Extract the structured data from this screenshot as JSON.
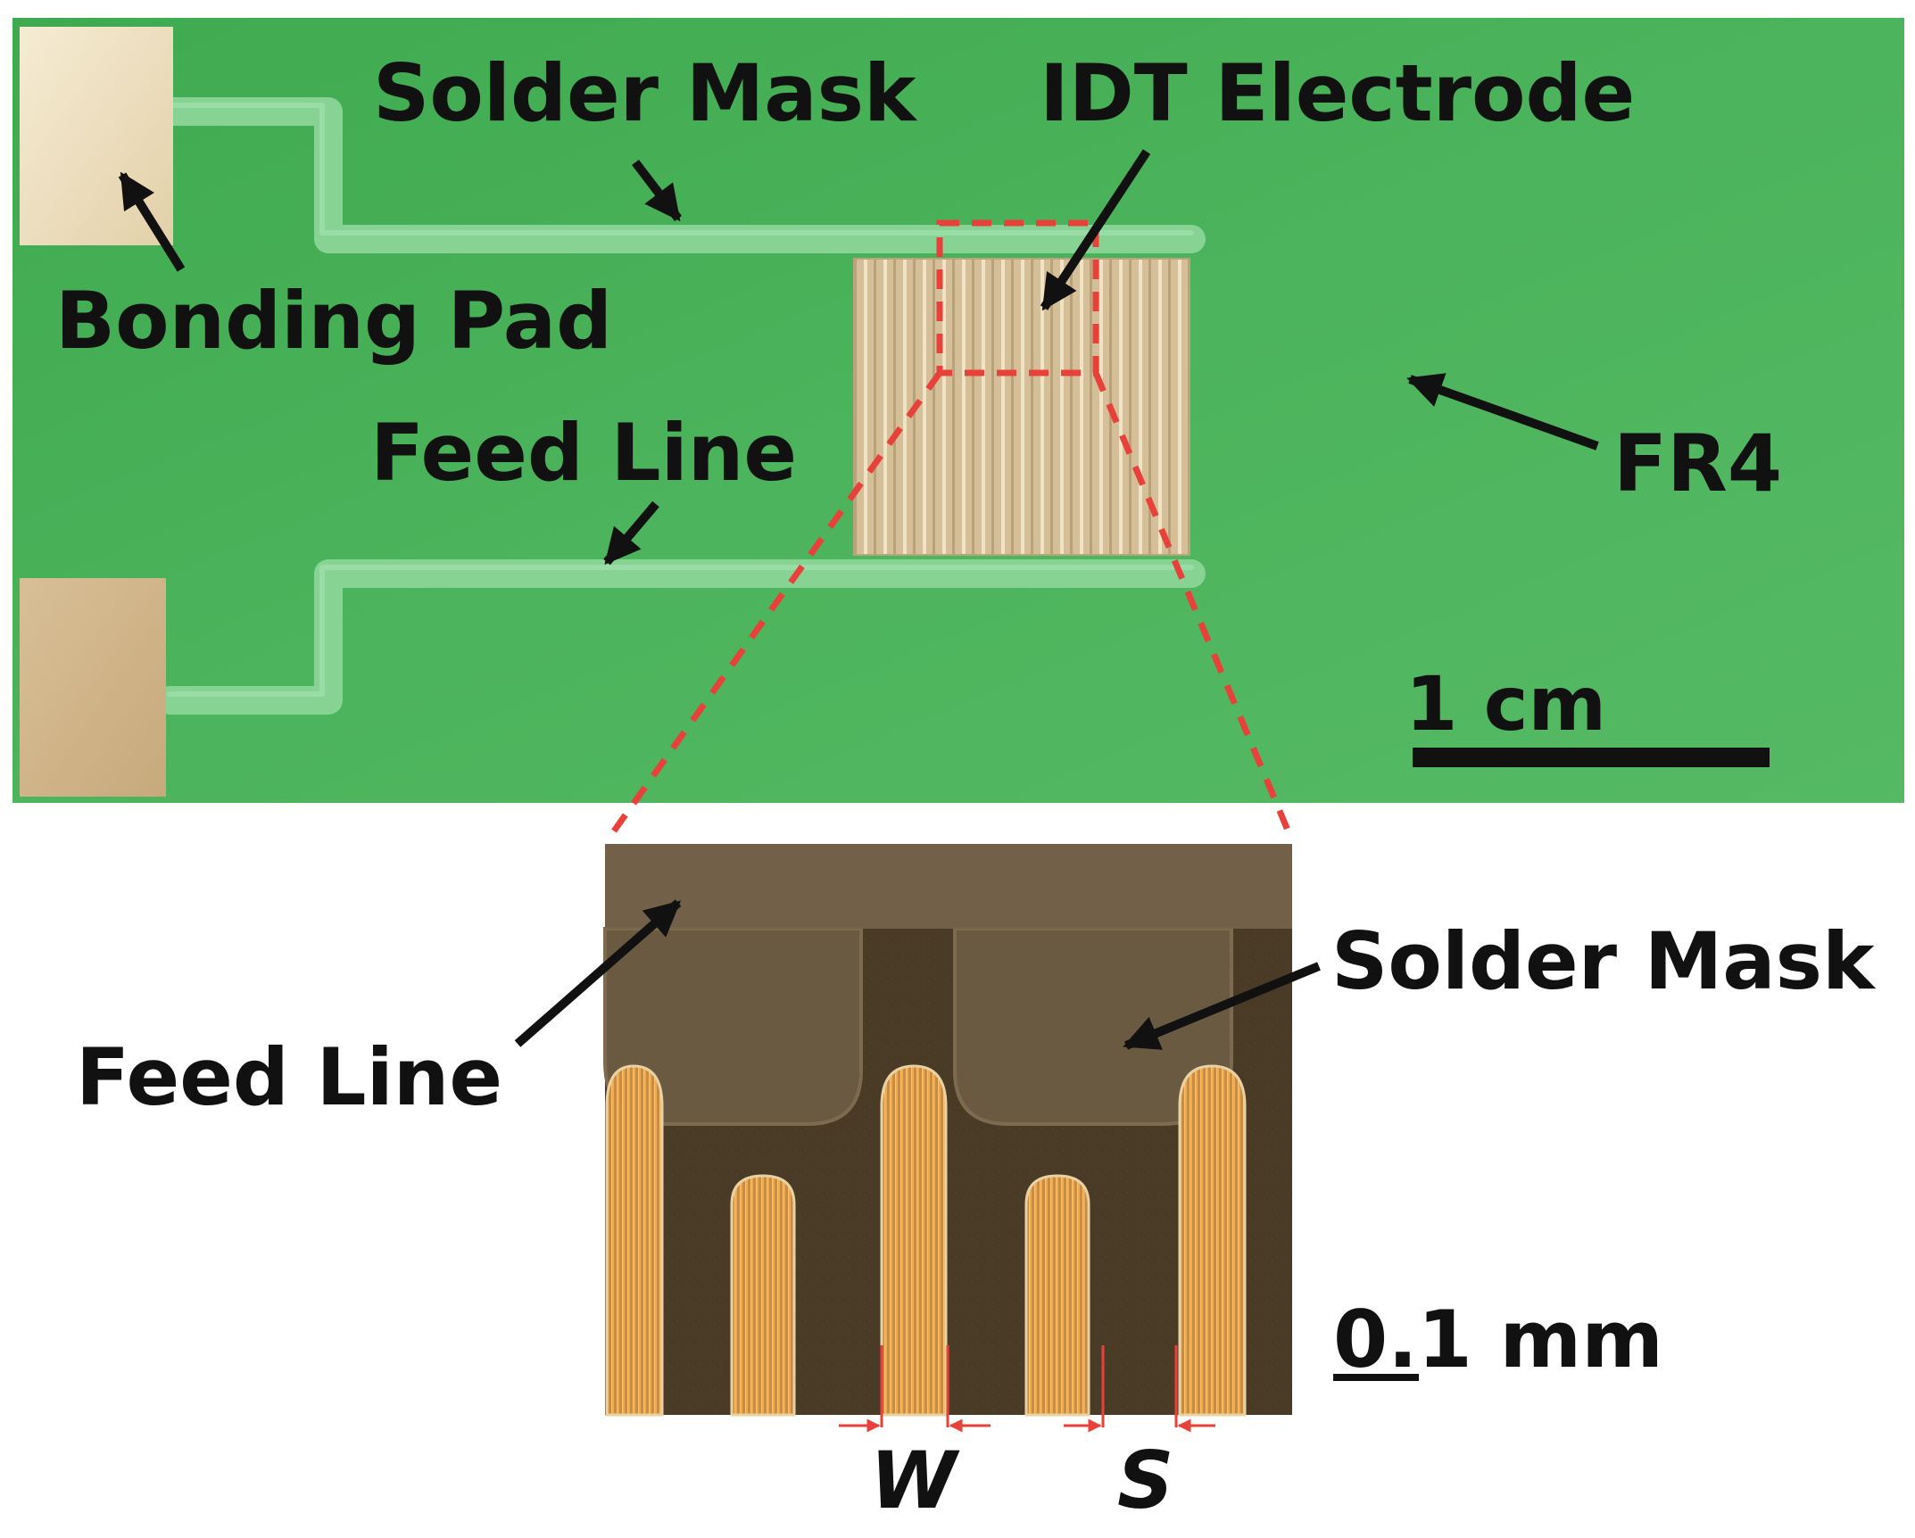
{
  "labels": {
    "solder_mask_top": "Solder Mask",
    "idt_electrode": "IDT Electrode",
    "bonding_pad": "Bonding Pad",
    "feed_line_top": "Feed Line",
    "fr4": "FR4",
    "scale_top": "1 cm",
    "feed_line_bottom": "Feed Line",
    "solder_mask_bottom": "Solder Mask",
    "scale_bottom": "0.1 mm",
    "width_symbol": "W",
    "spacing_symbol": "S"
  },
  "colors": {
    "pcb_green": "#4caf57",
    "solder_mask_trace": "#7fcf8e",
    "gold_pad": "#e8d7b2",
    "idt_gold": "#d6c29a",
    "micro_background": "#4a3a24",
    "micro_finger": "#e0a54a",
    "zoom_dash": "#e8413a",
    "text": "#111111"
  }
}
